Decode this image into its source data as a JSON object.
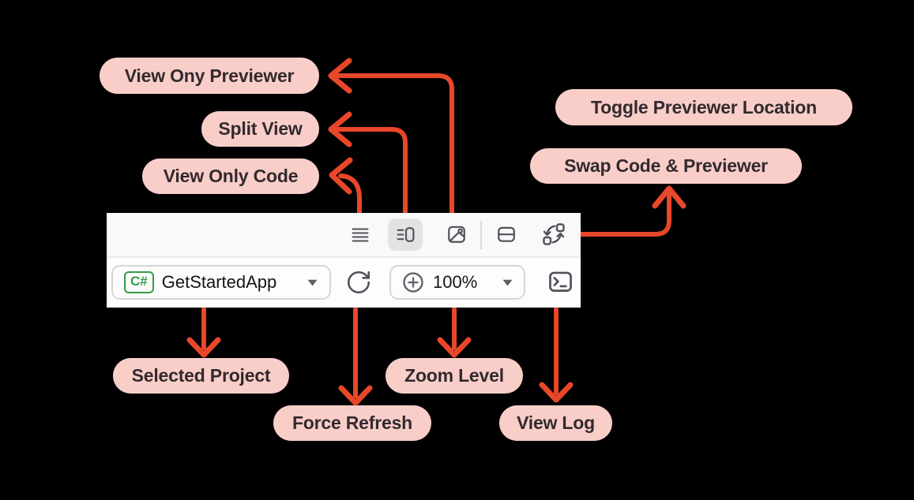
{
  "colors": {
    "background": "#000000",
    "pill_bg": "#F9CEC9",
    "pill_text": "#322A2E",
    "arrow": "#E8472A",
    "toolbar_bg": "#FCFBFB",
    "icon": "#4F515B",
    "selected_segment_bg": "#E4E2E2",
    "badge_green": "#339C46"
  },
  "annotations": {
    "view_ony_previewer": "View Ony Previewer",
    "split_view": "Split View",
    "view_only_code": "View Only Code",
    "toggle_previewer_location": "Toggle Previewer Location",
    "swap_code_previewer": "Swap Code & Previewer",
    "selected_project": "Selected Project",
    "force_refresh": "Force Refresh",
    "zoom_level": "Zoom Level",
    "view_log": "View Log"
  },
  "toolbar": {
    "view_mode_icons": [
      "view-only-code-icon",
      "split-view-icon",
      "previewer-icon"
    ],
    "selected_view_mode": "split-view",
    "layout_icons": [
      "toggle-previewer-location-icon",
      "swap-code-previewer-icon"
    ],
    "project_selector": {
      "badge": "C#",
      "name": "GetStartedApp"
    },
    "zoom_selector": {
      "value": "100%"
    }
  }
}
